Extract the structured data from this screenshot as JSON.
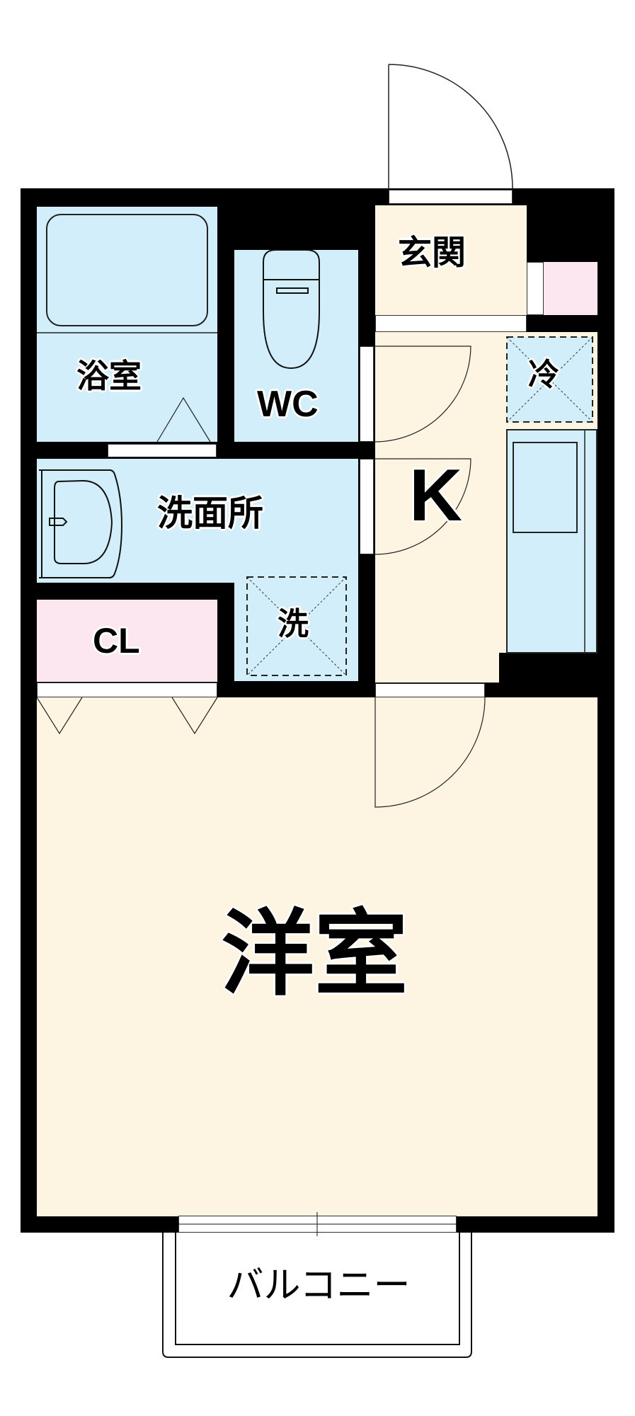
{
  "floor_plan": {
    "rooms": {
      "bath": {
        "label": "浴室"
      },
      "wc": {
        "label": "WC"
      },
      "entrance": {
        "label": "玄関"
      },
      "fridge": {
        "label": "冷"
      },
      "kitchen": {
        "label": "K"
      },
      "washroom": {
        "label": "洗面所"
      },
      "washer": {
        "label": "洗"
      },
      "closet": {
        "label": "CL"
      },
      "western_room": {
        "label": "洋室"
      },
      "balcony": {
        "label": "バルコニー"
      }
    },
    "colors": {
      "wall": "#000000",
      "floor_cream": "#fdf5e2",
      "wet_blue": "#d2eefa",
      "storage_pink": "#fce6ef"
    }
  }
}
